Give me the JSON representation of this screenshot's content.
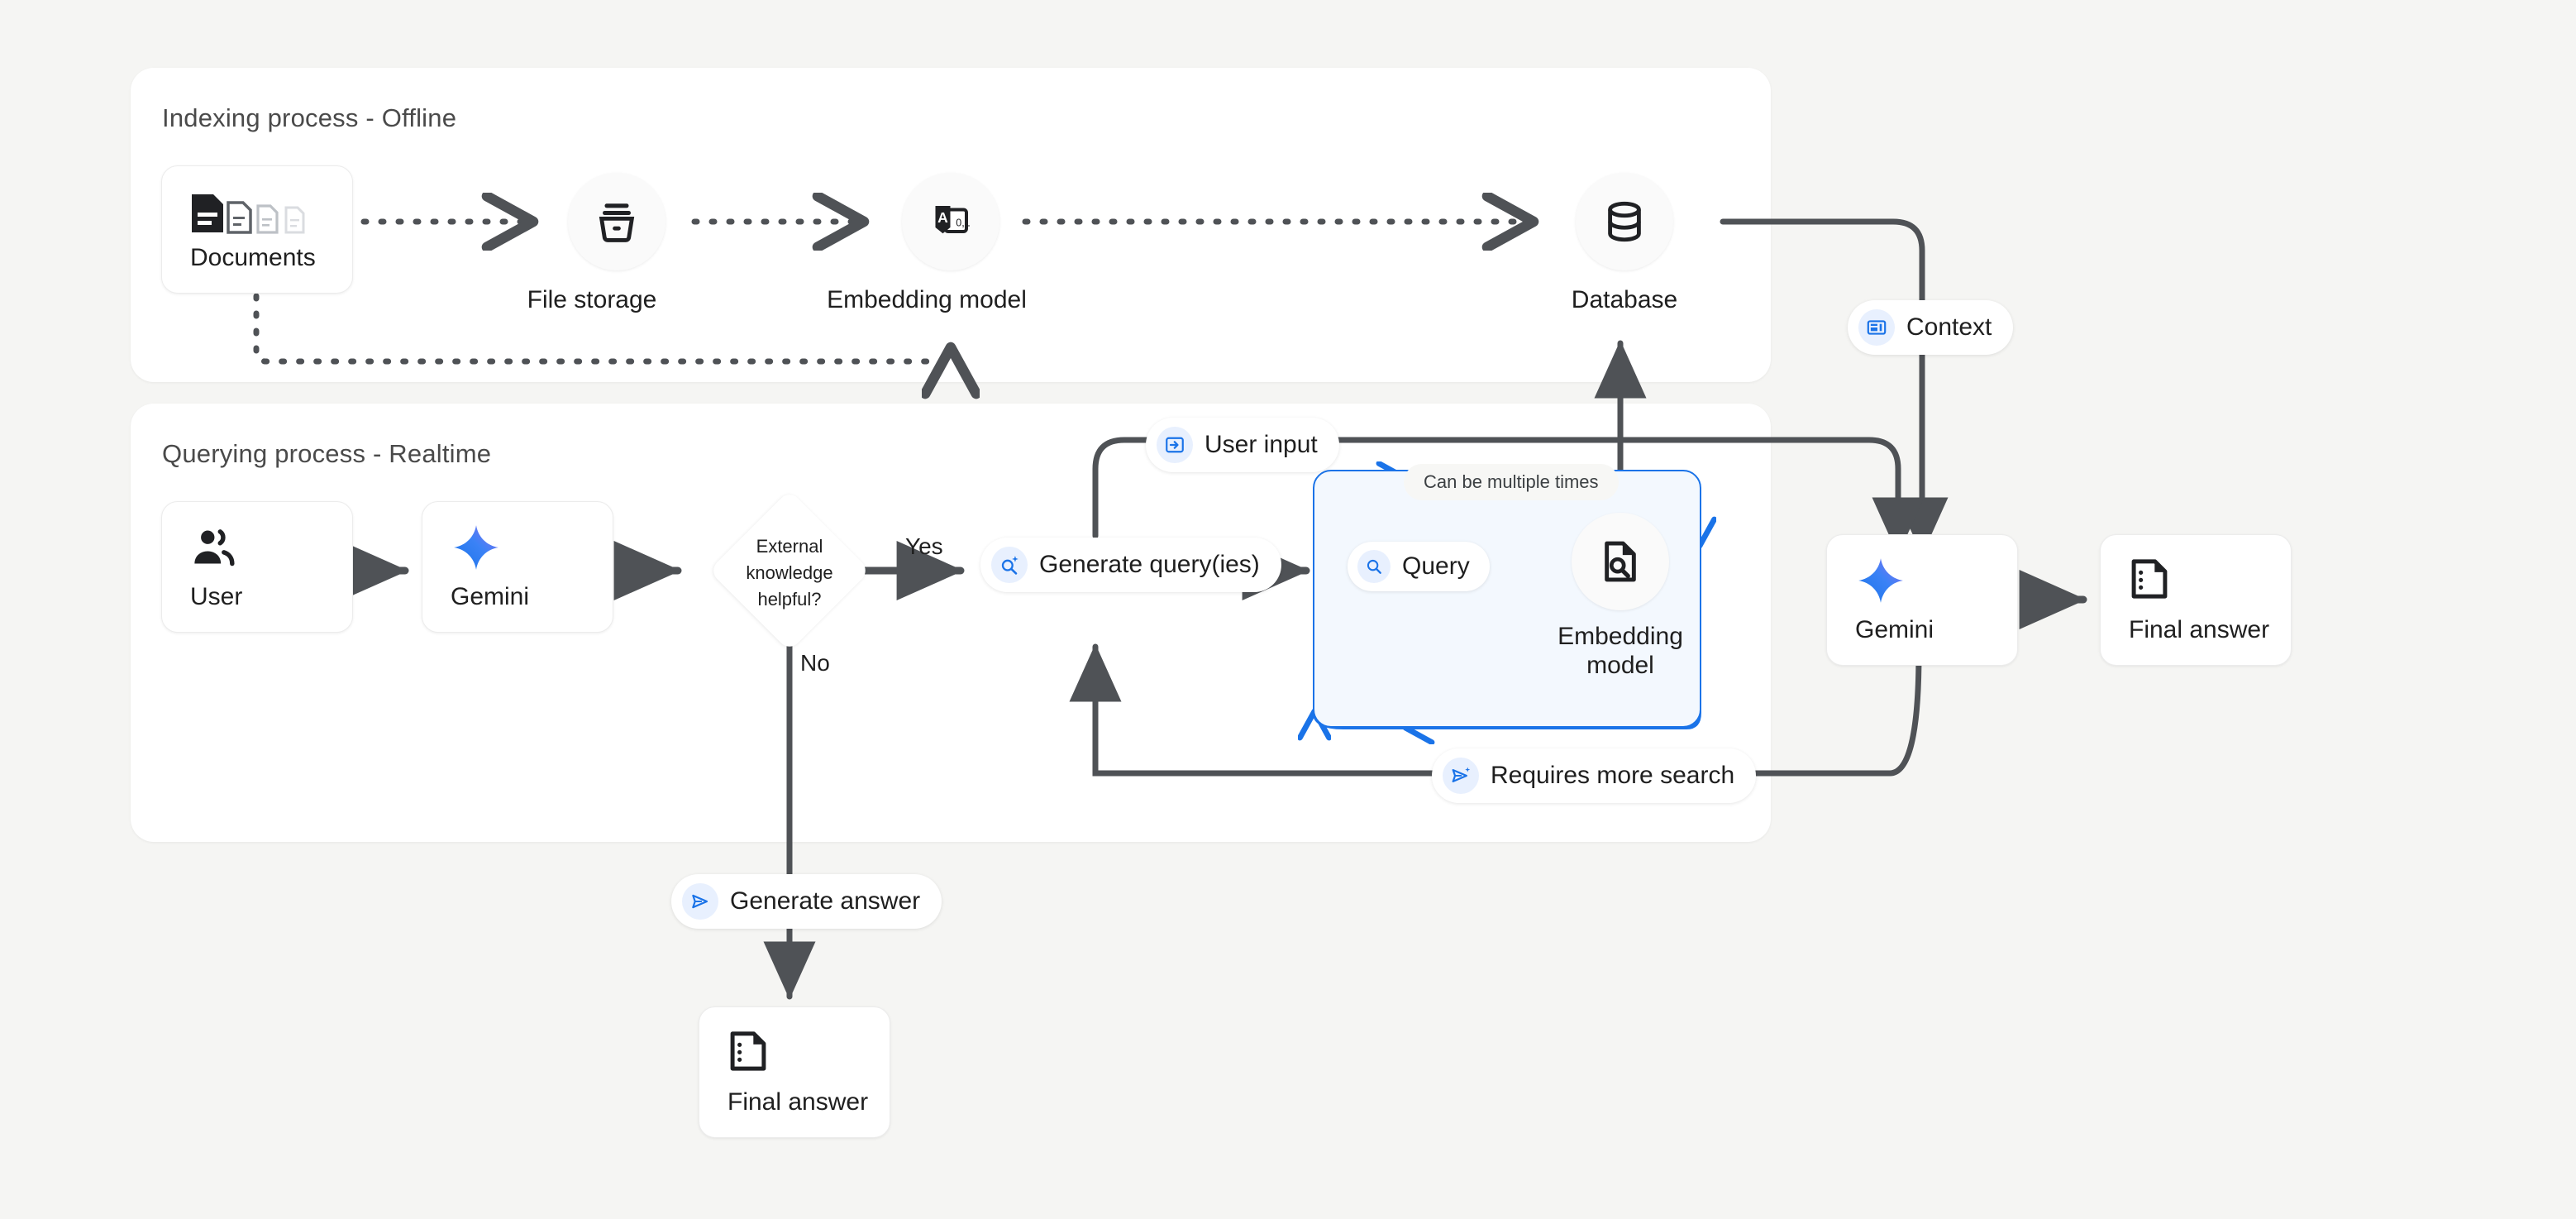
{
  "theme": {
    "background": "#f5f5f3",
    "panel_bg": "#ffffff",
    "accent_blue": "#1a73e8",
    "loop_fill": "#f3f8fe",
    "line": "#4f5256",
    "text": "#1f1f1f"
  },
  "panels": [
    {
      "id": "indexing",
      "title": "Indexing process - Offline"
    },
    {
      "id": "querying",
      "title": "Querying process - Realtime"
    }
  ],
  "indexing": {
    "documents": {
      "label": "Documents",
      "icon": "documents-icon"
    },
    "file_storage": {
      "label": "File storage",
      "icon": "file-storage-icon"
    },
    "embedding_model": {
      "label": "Embedding model",
      "icon": "embedding-model-icon"
    },
    "database": {
      "label": "Database",
      "icon": "database-icon"
    }
  },
  "querying": {
    "user": {
      "label": "User",
      "icon": "user-group-icon"
    },
    "gemini_left": {
      "label": "Gemini",
      "icon": "gemini-sparkle-icon"
    },
    "decision": {
      "label": "External knowledge helpful?",
      "lines": [
        "External",
        "knowledge",
        "helpful?"
      ]
    },
    "branch_yes": "Yes",
    "branch_no": "No",
    "generate_queries": {
      "label": "Generate query(ies)",
      "icon": "search-sparkle-icon"
    },
    "loop": {
      "note": "Can be multiple times",
      "query": {
        "label": "Query",
        "icon": "search-icon"
      },
      "embedding_model": {
        "label": "Embedding model",
        "lines": [
          "Embedding",
          "model"
        ],
        "icon": "document-search-icon"
      }
    },
    "requires_more_search": {
      "label": "Requires more search",
      "icon": "send-sparkle-icon"
    },
    "user_input": {
      "label": "User input",
      "icon": "input-arrow-icon"
    },
    "generate_answer": {
      "label": "Generate answer",
      "icon": "send-icon"
    },
    "final_answer_bottom": {
      "label": "Final answer",
      "icon": "answer-doc-icon"
    }
  },
  "output": {
    "context": {
      "label": "Context",
      "icon": "context-card-icon"
    },
    "gemini_right": {
      "label": "Gemini",
      "icon": "gemini-sparkle-icon"
    },
    "final_answer": {
      "label": "Final answer",
      "icon": "answer-doc-icon"
    }
  }
}
